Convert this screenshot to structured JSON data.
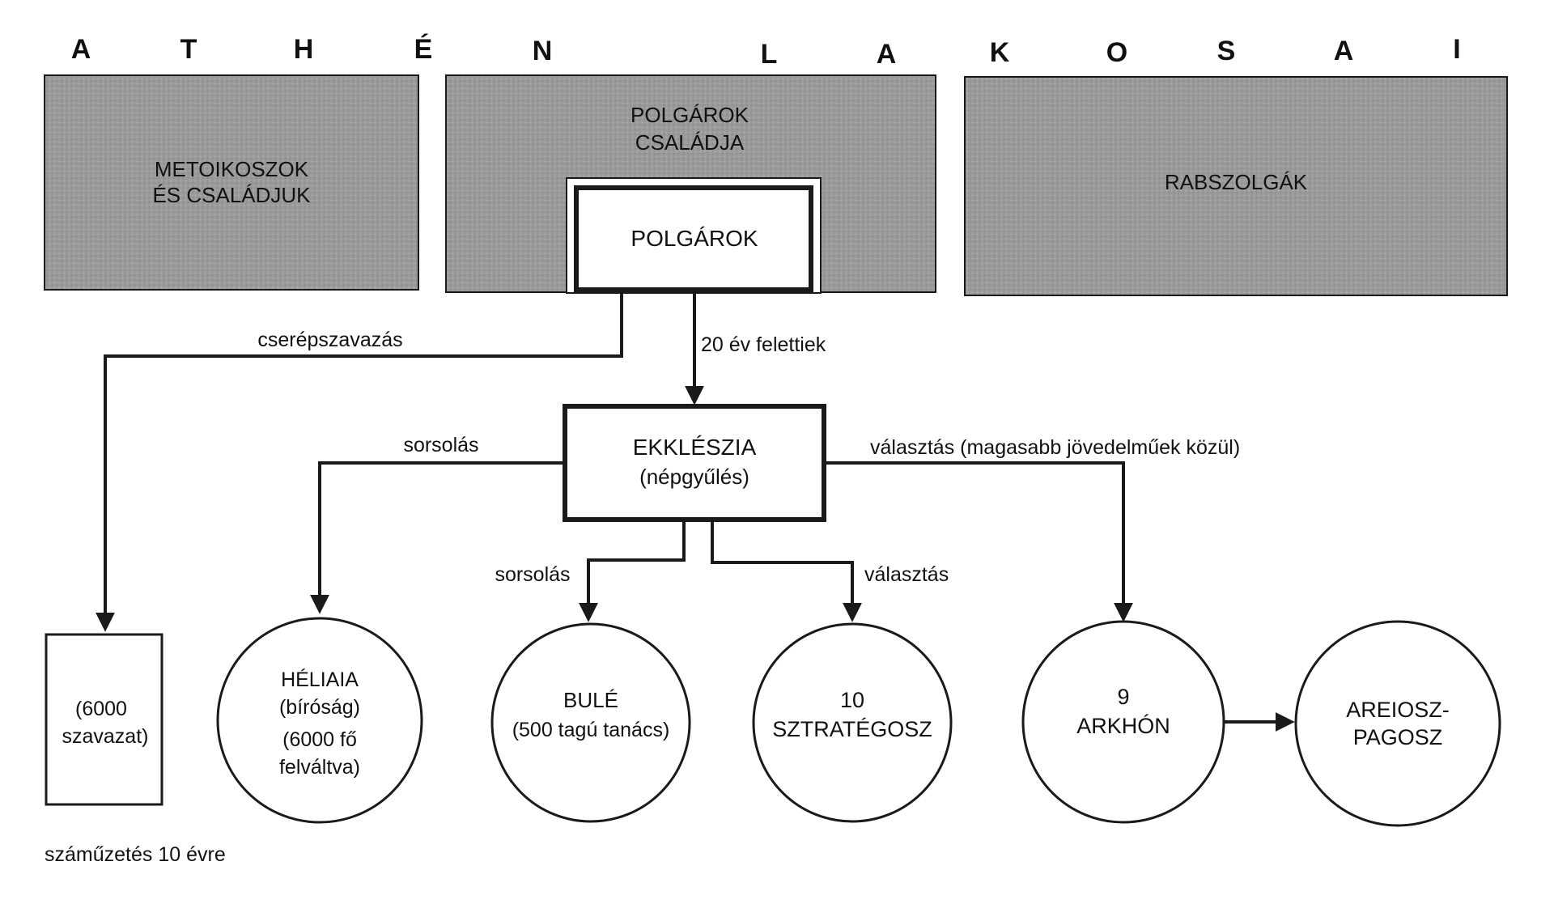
{
  "header": {
    "letters": [
      "A",
      "T",
      "H",
      "É",
      "N",
      "L",
      "A",
      "K",
      "O",
      "S",
      "A",
      "I"
    ]
  },
  "groups": {
    "metoikos": [
      "METOIKOSZOK",
      "ÉS CSALÁDJUK"
    ],
    "polgar_csalad": [
      "POLGÁROK",
      "CSALÁDJA"
    ],
    "rabszolgak": [
      "RABSZOLGÁK"
    ]
  },
  "nodes": {
    "polgarok": [
      "POLGÁROK"
    ],
    "ekklesia": [
      "EKKLÉSZIA",
      "(népgyűlés)"
    ],
    "szavazat": [
      "(6000",
      "szavazat)"
    ],
    "heliaia": [
      "HÉLIAIA",
      "(bíróság)",
      "(6000 fő",
      "felváltva)"
    ],
    "bule": [
      "BULÉ",
      "(500 tagú tanács)"
    ],
    "sztrategosz": [
      "10",
      "SZTRATÉGOSZ"
    ],
    "arkhon": [
      "9",
      "ARKHÓN"
    ],
    "areiosz": [
      "AREIOSZ-",
      "PAGOSZ"
    ]
  },
  "edge_labels": {
    "cserep": "cserépszavazás",
    "felettiek": "20 év felettiek",
    "sorsolas_heliaia": "sorsolás",
    "valasztas_arkhon": "választás (magasabb jövedelműek közül)",
    "sorsolas_bule": "sorsolás",
    "valasztas_sztrat": "választás"
  },
  "footer": {
    "szamuzetes": "száműzetés 10 évre"
  },
  "colors": {
    "shade": "#9a9a9a",
    "line": "#1a1a1a",
    "background": "#ffffff"
  }
}
